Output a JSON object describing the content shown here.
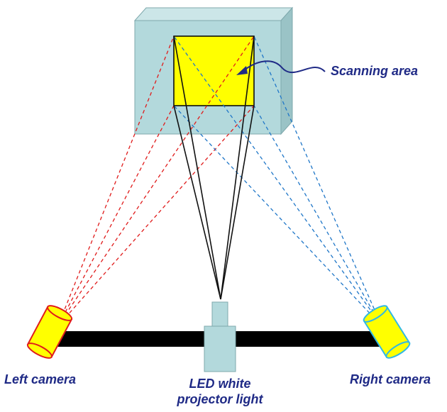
{
  "labels": {
    "scanning_area": "Scanning area",
    "left_camera": "Left camera",
    "right_camera": "Right camera",
    "led_line1": "LED white",
    "led_line2": "projector light"
  },
  "colors": {
    "panel": "#b3d9dc",
    "panel_side": "#9ac3c6",
    "panel_top": "#cce6e8",
    "scan_area": "#ffff00",
    "left_rays": "#e01b1b",
    "right_rays": "#2077c8",
    "projector_rays": "#111111",
    "bar": "#000000",
    "left_camera_body": "#ffff00",
    "left_camera_outline": "#e01b1b",
    "right_camera_body": "#ffff00",
    "right_camera_outline": "#2fb8e6",
    "projector_body": "#b3d9dc",
    "label_text": "#1f2a86",
    "arrow": "#1f2a86"
  },
  "icons": {
    "left_camera": "cylinder-camera-icon",
    "right_camera": "cylinder-camera-icon",
    "projector": "projector-icon",
    "arrow": "curved-arrow-icon"
  }
}
